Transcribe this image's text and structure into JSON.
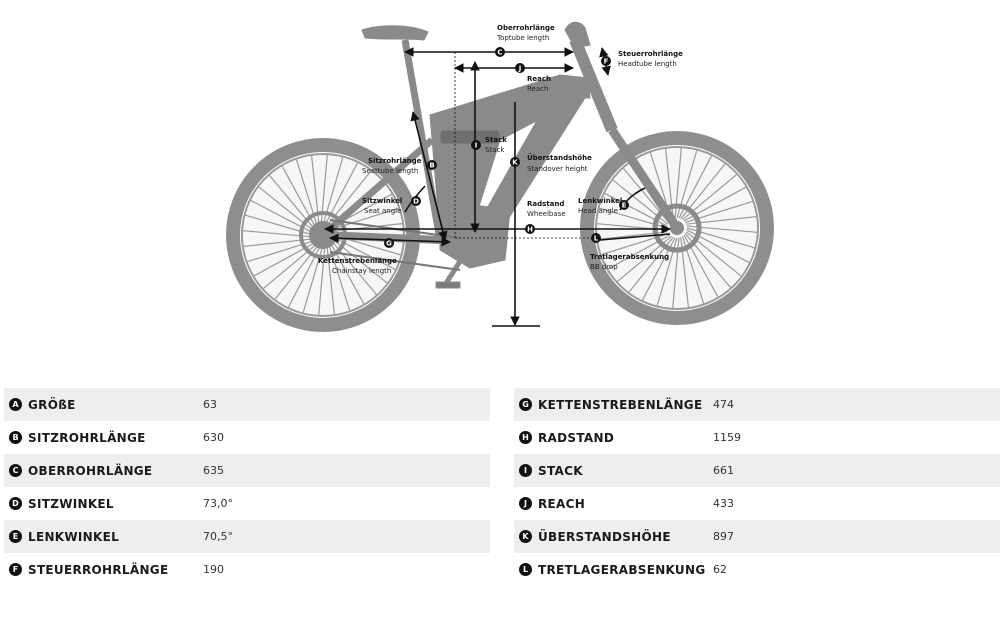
{
  "diagram_labels": {
    "oberrohr": [
      "Oberrohrlänge",
      "Toptube length"
    ],
    "steuerrohr": [
      "Steuerrohrlänge",
      "Headtube length"
    ],
    "reach": [
      "Reach",
      "Reach"
    ],
    "stack": [
      "Stack",
      "Stack"
    ],
    "sitzrohr": [
      "Sitzrohrlänge",
      "Seattube length"
    ],
    "standover": [
      "Überstandshöhe",
      "Standover height"
    ],
    "sitzwinkel": [
      "Sitzwinkel",
      "Seat angle"
    ],
    "radstand": [
      "Radstand",
      "Wheelbase"
    ],
    "lenkwinkel": [
      "Lenkwinkel",
      "Head angle"
    ],
    "kettenstrebe": [
      "Kettenstrebenlänge",
      "Chainstay length"
    ],
    "tretlager": [
      "Tretlagerabsenkung",
      "BB drop"
    ]
  },
  "marker_letters": {
    "oberrohr": "C",
    "steuerrohr": "F",
    "reach": "J",
    "stack": "I",
    "sitzrohr": "B",
    "standover": "K",
    "sitzwinkel": "D",
    "radstand": "H",
    "lenkwinkel": "E",
    "kettenstrebe": "G",
    "tretlager": "L"
  },
  "table_left": [
    {
      "letter": "A",
      "name": "GRÖßE",
      "value": "63"
    },
    {
      "letter": "B",
      "name": "SITZROHRLÄNGE",
      "value": "630"
    },
    {
      "letter": "C",
      "name": "OBERROHRLÄNGE",
      "value": "635"
    },
    {
      "letter": "D",
      "name": "SITZWINKEL",
      "value": "73,0°"
    },
    {
      "letter": "E",
      "name": "LENKWINKEL",
      "value": "70,5°"
    },
    {
      "letter": "F",
      "name": "STEUERROHRLÄNGE",
      "value": "190"
    }
  ],
  "table_right": [
    {
      "letter": "G",
      "name": "KETTENSTREBENLÄNGE",
      "value": "474"
    },
    {
      "letter": "H",
      "name": "RADSTAND",
      "value": "1159"
    },
    {
      "letter": "I",
      "name": "STACK",
      "value": "661"
    },
    {
      "letter": "J",
      "name": "REACH",
      "value": "433"
    },
    {
      "letter": "K",
      "name": "ÜBERSTANDSHÖHE",
      "value": "897"
    },
    {
      "letter": "L",
      "name": "TRETLAGERABSENKUNG",
      "value": "62"
    }
  ]
}
